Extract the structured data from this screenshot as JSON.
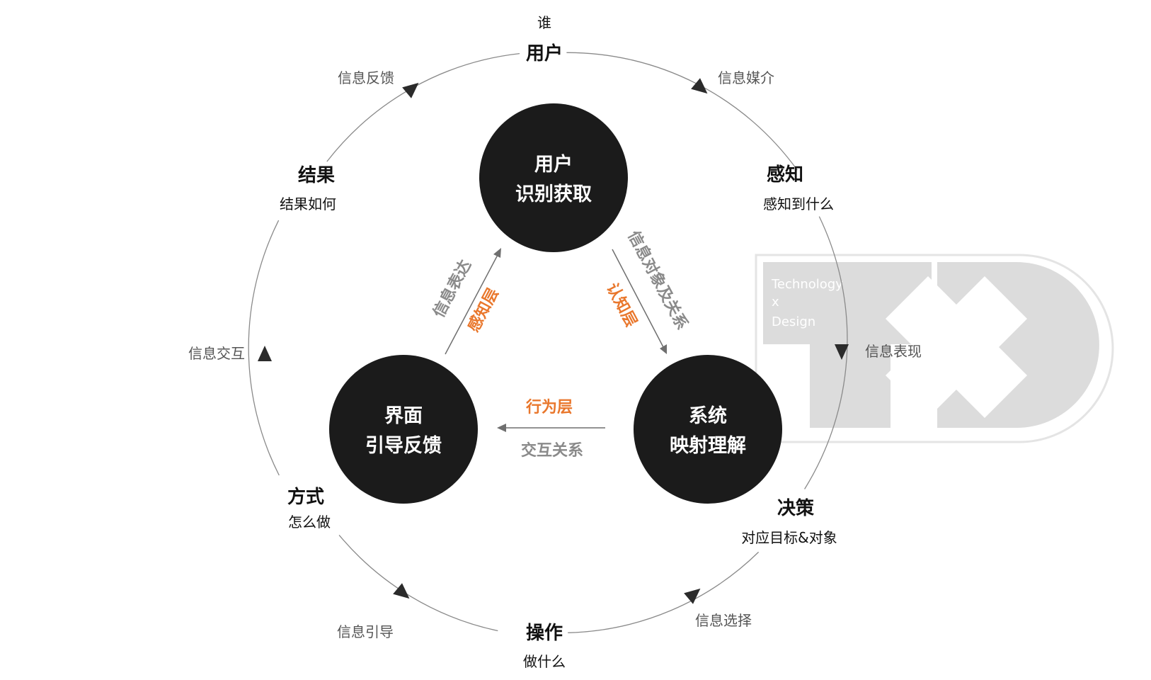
{
  "who_label": "谁",
  "colors": {
    "core": "#1b1b1b",
    "accent": "#e9772c",
    "ring": "#8a8a8a",
    "relation": "#8a8a8a",
    "watermark": "#dcdcdc"
  },
  "stages": {
    "user": {
      "title": "用户",
      "sub": ""
    },
    "perceive": {
      "title": "感知",
      "sub": "感知到什么"
    },
    "decide": {
      "title": "决策",
      "sub": "对应目标&对象"
    },
    "operate": {
      "title": "操作",
      "sub": "做什么"
    },
    "method": {
      "title": "方式",
      "sub": "怎么做"
    },
    "result": {
      "title": "结果",
      "sub": "结果如何"
    }
  },
  "flows": {
    "media": "信息媒介",
    "present": "信息表现",
    "choose": "信息选择",
    "guide": "信息引导",
    "interact": "信息交互",
    "feedback": "信息反馈"
  },
  "cores": {
    "top": {
      "line1": "用户",
      "line2": "识别获取"
    },
    "right": {
      "line1": "系统",
      "line2": "映射理解"
    },
    "left": {
      "line1": "界面",
      "line2": "引导反馈"
    }
  },
  "relations": {
    "left": {
      "text": "信息表达",
      "layer": "感知层"
    },
    "right": {
      "text": "信息对象及关系",
      "layer": "认知层"
    },
    "bottom": {
      "text": "交互关系",
      "layer": "行为层"
    }
  },
  "watermark": {
    "line1": "Technology",
    "line2": "x",
    "line3": "Design"
  }
}
